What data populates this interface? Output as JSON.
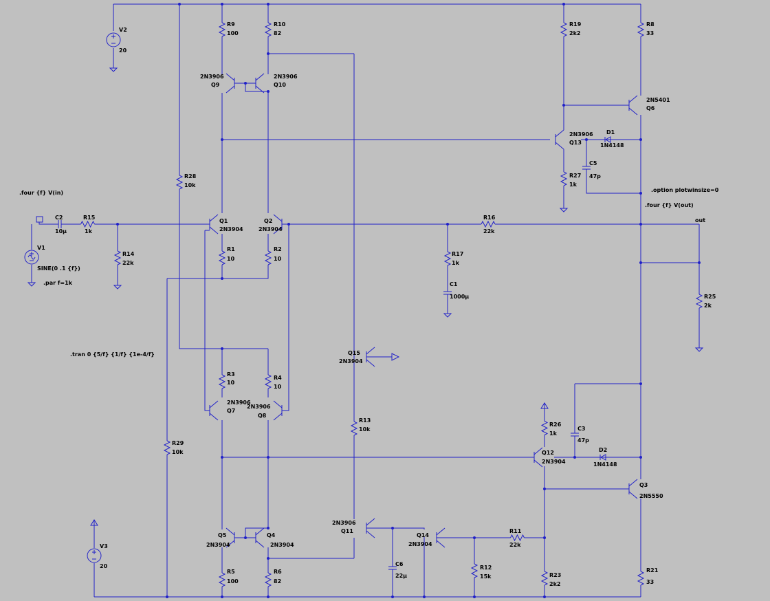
{
  "components": {
    "V1": {
      "ref": "V1",
      "value": "SINE(0 .1 {f})"
    },
    "V2": {
      "ref": "V2",
      "value": "20"
    },
    "V3": {
      "ref": "V3",
      "value": "20"
    },
    "C1": {
      "ref": "C1",
      "value": "1000µ"
    },
    "C2": {
      "ref": "C2",
      "value": "10µ"
    },
    "C3": {
      "ref": "C3",
      "value": "47p"
    },
    "C5": {
      "ref": "C5",
      "value": "47p"
    },
    "C6": {
      "ref": "C6",
      "value": "22µ"
    },
    "D1": {
      "ref": "D1",
      "value": "1N4148"
    },
    "D2": {
      "ref": "D2",
      "value": "1N4148"
    },
    "R1": {
      "ref": "R1",
      "value": "10"
    },
    "R2": {
      "ref": "R2",
      "value": "10"
    },
    "R3": {
      "ref": "R3",
      "value": "10"
    },
    "R4": {
      "ref": "R4",
      "value": "10"
    },
    "R5": {
      "ref": "R5",
      "value": "100"
    },
    "R6": {
      "ref": "R6",
      "value": "82"
    },
    "R8": {
      "ref": "R8",
      "value": "33"
    },
    "R9": {
      "ref": "R9",
      "value": "100"
    },
    "R10": {
      "ref": "R10",
      "value": "82"
    },
    "R11": {
      "ref": "R11",
      "value": "22k"
    },
    "R12": {
      "ref": "R12",
      "value": "15k"
    },
    "R13": {
      "ref": "R13",
      "value": "10k"
    },
    "R14": {
      "ref": "R14",
      "value": "22k"
    },
    "R15": {
      "ref": "R15",
      "value": "1k"
    },
    "R16": {
      "ref": "R16",
      "value": "22k"
    },
    "R17": {
      "ref": "R17",
      "value": "1k"
    },
    "R19": {
      "ref": "R19",
      "value": "2k2"
    },
    "R21": {
      "ref": "R21",
      "value": "33"
    },
    "R23": {
      "ref": "R23",
      "value": "2k2"
    },
    "R25": {
      "ref": "R25",
      "value": "2k"
    },
    "R26": {
      "ref": "R26",
      "value": "1k"
    },
    "R27": {
      "ref": "R27",
      "value": "1k"
    },
    "R28": {
      "ref": "R28",
      "value": "10k"
    },
    "R29": {
      "ref": "R29",
      "value": "10k"
    },
    "Q1": {
      "ref": "Q1",
      "value": "2N3904"
    },
    "Q2": {
      "ref": "Q2",
      "value": "2N3904"
    },
    "Q3": {
      "ref": "Q3",
      "value": "2N5550"
    },
    "Q4": {
      "ref": "Q4",
      "value": "2N3904"
    },
    "Q5": {
      "ref": "Q5",
      "value": "2N3904"
    },
    "Q6": {
      "ref": "Q6",
      "value": "2N5401"
    },
    "Q7": {
      "ref": "Q7",
      "value": "2N3906"
    },
    "Q8": {
      "ref": "Q8",
      "value": "2N3906"
    },
    "Q9": {
      "ref": "Q9",
      "value": "2N3906"
    },
    "Q10": {
      "ref": "Q10",
      "value": "2N3906"
    },
    "Q11": {
      "ref": "Q11",
      "value": "2N3906"
    },
    "Q12": {
      "ref": "Q12",
      "value": "2N3904"
    },
    "Q13": {
      "ref": "Q13",
      "value": "2N3906"
    },
    "Q14": {
      "ref": "Q14",
      "value": "2N3904"
    },
    "Q15": {
      "ref": "Q15",
      "value": "2N3904"
    }
  },
  "directives": {
    "four_in": ".four {f} V(in)",
    "four_out": ".four {f} V(out)",
    "tran": ".tran 0 {5/f} {1/f} {1e-4/f}",
    "par": ".par f=1k",
    "option": ".option plotwinsize=0"
  },
  "nets": {
    "out": "out"
  },
  "colors": {
    "background": "#c0c0c0",
    "wire": "#2020c8",
    "text": "#000000"
  }
}
